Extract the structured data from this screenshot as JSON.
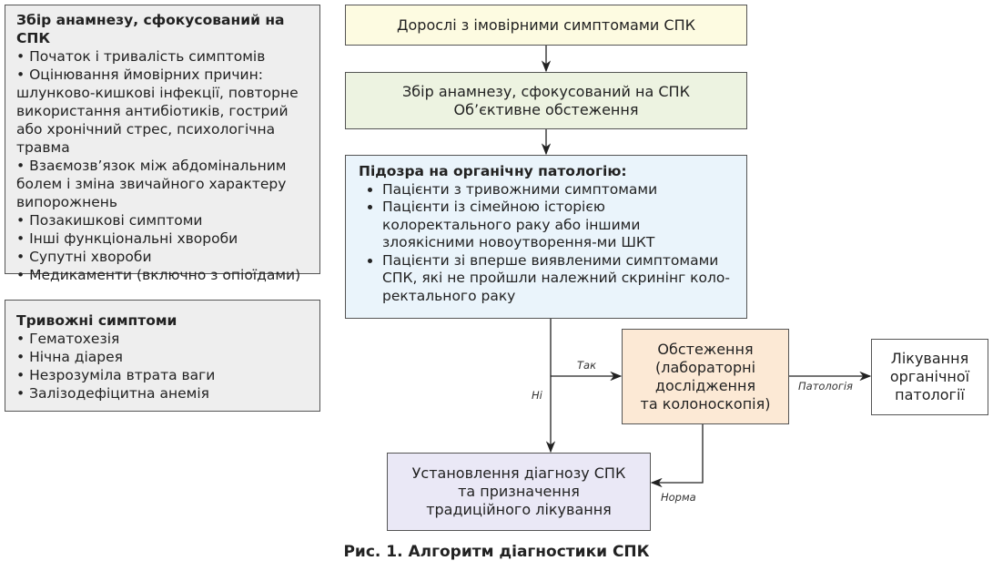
{
  "history_box": {
    "title": "Збір анамнезу, сфокусований на СПК",
    "items": [
      "• Початок і тривалість симптомів",
      "• Оцінювання ймовірних причин: шлунково-кишкові інфекції, повторне використання антибіотиків, гострий або хронічний стрес, психологічна травма",
      "• Взаємозв’язок між абдомінальним болем і зміна звичайного характеру випорожнень",
      "• Позакишкові симптоми",
      "• Інші функціональні хвороби",
      "• Супутні хвороби",
      "• Медикаменти (включно з опіоїдами)"
    ]
  },
  "alarm_box": {
    "title": "Тривожні симптоми",
    "items": [
      "• Гематохезія",
      "• Нічна діарея",
      "• Незрозуміла втрата ваги",
      "• Залізодефіцитна анемія"
    ]
  },
  "flow": {
    "start": "Дорослі з імовірними симптомами СПК",
    "history": [
      "Збір анамнезу, сфокусований на СПК",
      "Об’єктивне обстеження"
    ],
    "suspicion": {
      "title": "Підозра на органічну патологію:",
      "items": [
        "Пацієнти з тривожними симптомами",
        "Пацієнти із сімейною історією колоректального раку або іншими злоякісними новоутворення-ми ШКТ",
        "Пацієнти зі вперше виявленими симптомами СПК, які не пройшли належний скринінг коло-ректального раку"
      ]
    },
    "exam": [
      "Обстеження",
      "(лабораторні",
      "дослідження",
      "та колоноскопія)"
    ],
    "treat_organic": [
      "Лікування",
      "органічної",
      "патології"
    ],
    "diagnosis": [
      "Установлення діагнозу СПК",
      "та призначення",
      "традиційного лікування"
    ],
    "labels": {
      "yes": "Так",
      "no": "Ні",
      "pathology": "Патологія",
      "norm": "Норма"
    }
  },
  "caption": "Рис. 1. Алгоритм діагностики СПК",
  "colors": {
    "start": "#fdfbe1",
    "history": "#edf3e1",
    "suspicion": "#eaf4fb",
    "exam": "#fce9d5",
    "diagnosis": "#eae8f6",
    "side": "#eeeeee"
  }
}
